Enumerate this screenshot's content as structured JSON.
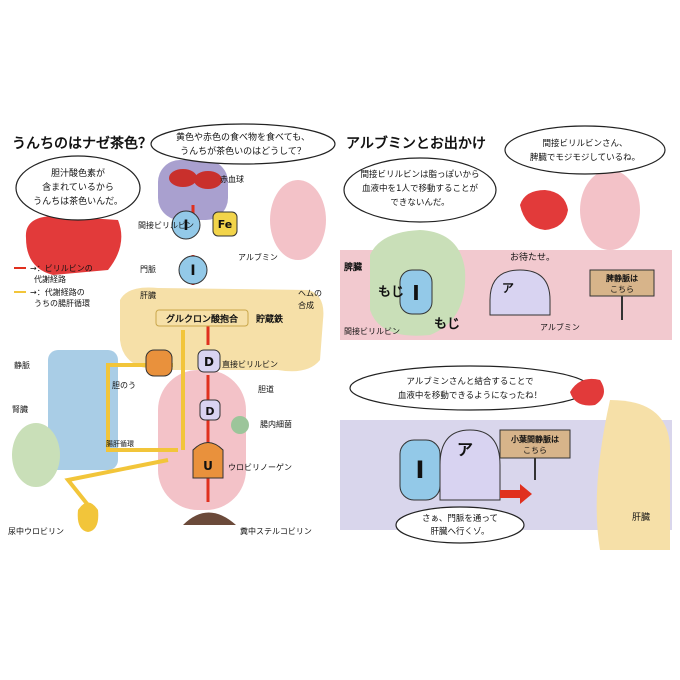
{
  "left": {
    "title": "うんちのはナゼ茶色？",
    "question": [
      "黄色や赤色の食べ物を食べても、",
      "うんちが茶色いのはどうして？"
    ],
    "answer": [
      "胆汁酸色素が",
      "含まれているから",
      "うんちは茶色いんだ。"
    ],
    "legend": {
      "red": [
        "→：ビリルビンの",
        "代謝経路"
      ],
      "yellow": [
        "→：代謝経路の",
        "うちの腸肝循環"
      ]
    },
    "labels": {
      "red_blood_cell": "赤血球",
      "indirect_bilirubin": "間接ビリルビン",
      "portal_vein": "門脈",
      "liver": "肝臓",
      "albumin": "アルブミン",
      "heme_synthesis": [
        "ヘムの",
        "合成"
      ],
      "glucuronidation": "グルクロン酸抱合",
      "stored_iron": "貯蔵鉄",
      "vein": "静脈",
      "direct_bilirubin": "直接ビリルビン",
      "bile_duct": "胆道",
      "gallbladder": "胆のう",
      "kidney": "腎臓",
      "gut_bacteria": "腸内細菌",
      "enterohepatic": "腸肝循環",
      "urobilinogen": "ウロビリノーゲン",
      "urine_urobilin": "尿中ウロビリン",
      "fecal_stercobilin": "糞中ステルコビリン"
    },
    "glyphs": {
      "bilirubin": "I",
      "fe": "Fe",
      "direct": "D",
      "urobilinogen": "U"
    }
  },
  "right": {
    "title": "アルブミンとお出かけ",
    "bubble1": [
      "間接ビリルビンは脂っぽいから",
      "血液中を1人で移動することが",
      "できないんだ。"
    ],
    "bubble2": [
      "間接ビリルビンさん、",
      "脾臓でモジモジしているね。"
    ],
    "spleen": "脾臓",
    "mochi1": "もじ",
    "mochi2": "もじ",
    "indirect_bilirubin": "間接ビリルビン",
    "waiting": "お待たせ。",
    "albumin": "アルブミン",
    "sign1": [
      "脾静脈は",
      "こちら"
    ],
    "bubble3": [
      "アルブミンさんと結合することで",
      "血液中を移動できるようになったね！"
    ],
    "sign2": [
      "小葉間静脈は",
      "こちら"
    ],
    "bubble4": [
      "さぁ、門脈を通って",
      "肝臓へ行くゾ。"
    ],
    "liver": "肝臓",
    "glyphs": {
      "bilirubin": "I",
      "albumin": "ア"
    }
  },
  "colors": {
    "liver": "#f6e0a8",
    "intestine": "#f3c2c8",
    "vein_band": "#f2c9cf",
    "spleen": "#c9dfb8",
    "bubble_band": "#d9d6ec",
    "albumin": "#d8d3f1",
    "bilirubin": "#93c9e8",
    "red_path": "#e0301e",
    "yellow_path": "#f2c53a"
  }
}
